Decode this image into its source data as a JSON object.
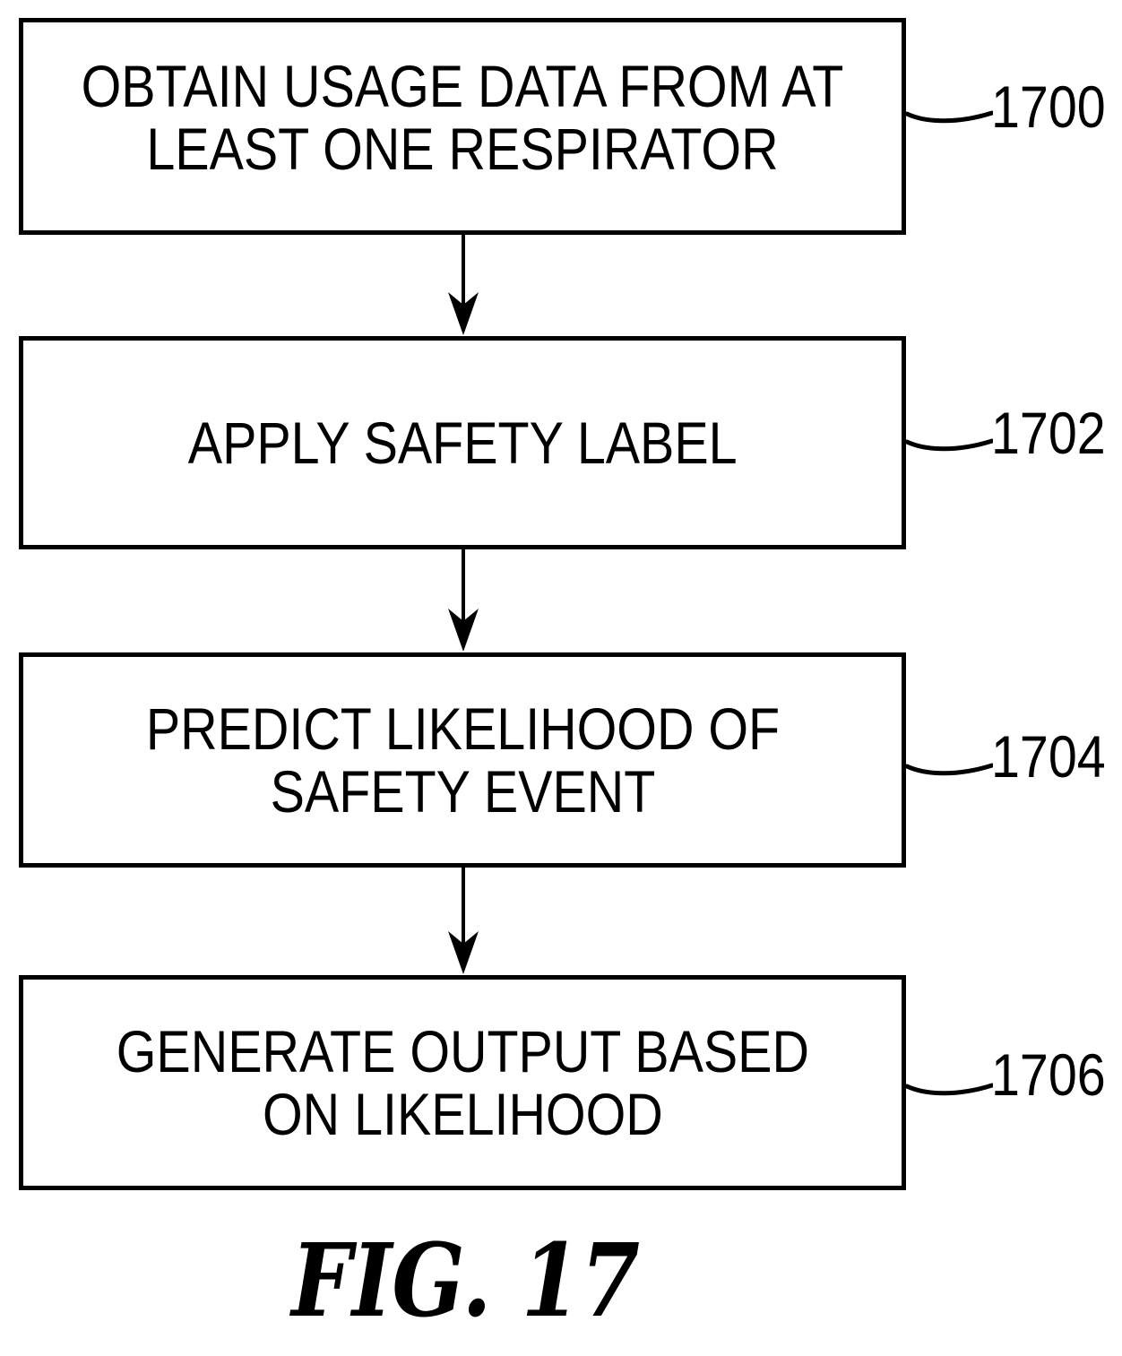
{
  "figure": {
    "caption": "FIG. 17",
    "colors": {
      "ink": "#000000",
      "paper": "#ffffff"
    },
    "steps": [
      {
        "ref": "1700",
        "text": "OBTAIN USAGE DATA FROM AT\nLEAST ONE RESPIRATOR"
      },
      {
        "ref": "1702",
        "text": "APPLY SAFETY LABEL"
      },
      {
        "ref": "1704",
        "text": "PREDICT LIKELIHOOD OF\nSAFETY EVENT"
      },
      {
        "ref": "1706",
        "text": "GENERATE OUTPUT BASED\nON LIKELIHOOD"
      }
    ]
  }
}
